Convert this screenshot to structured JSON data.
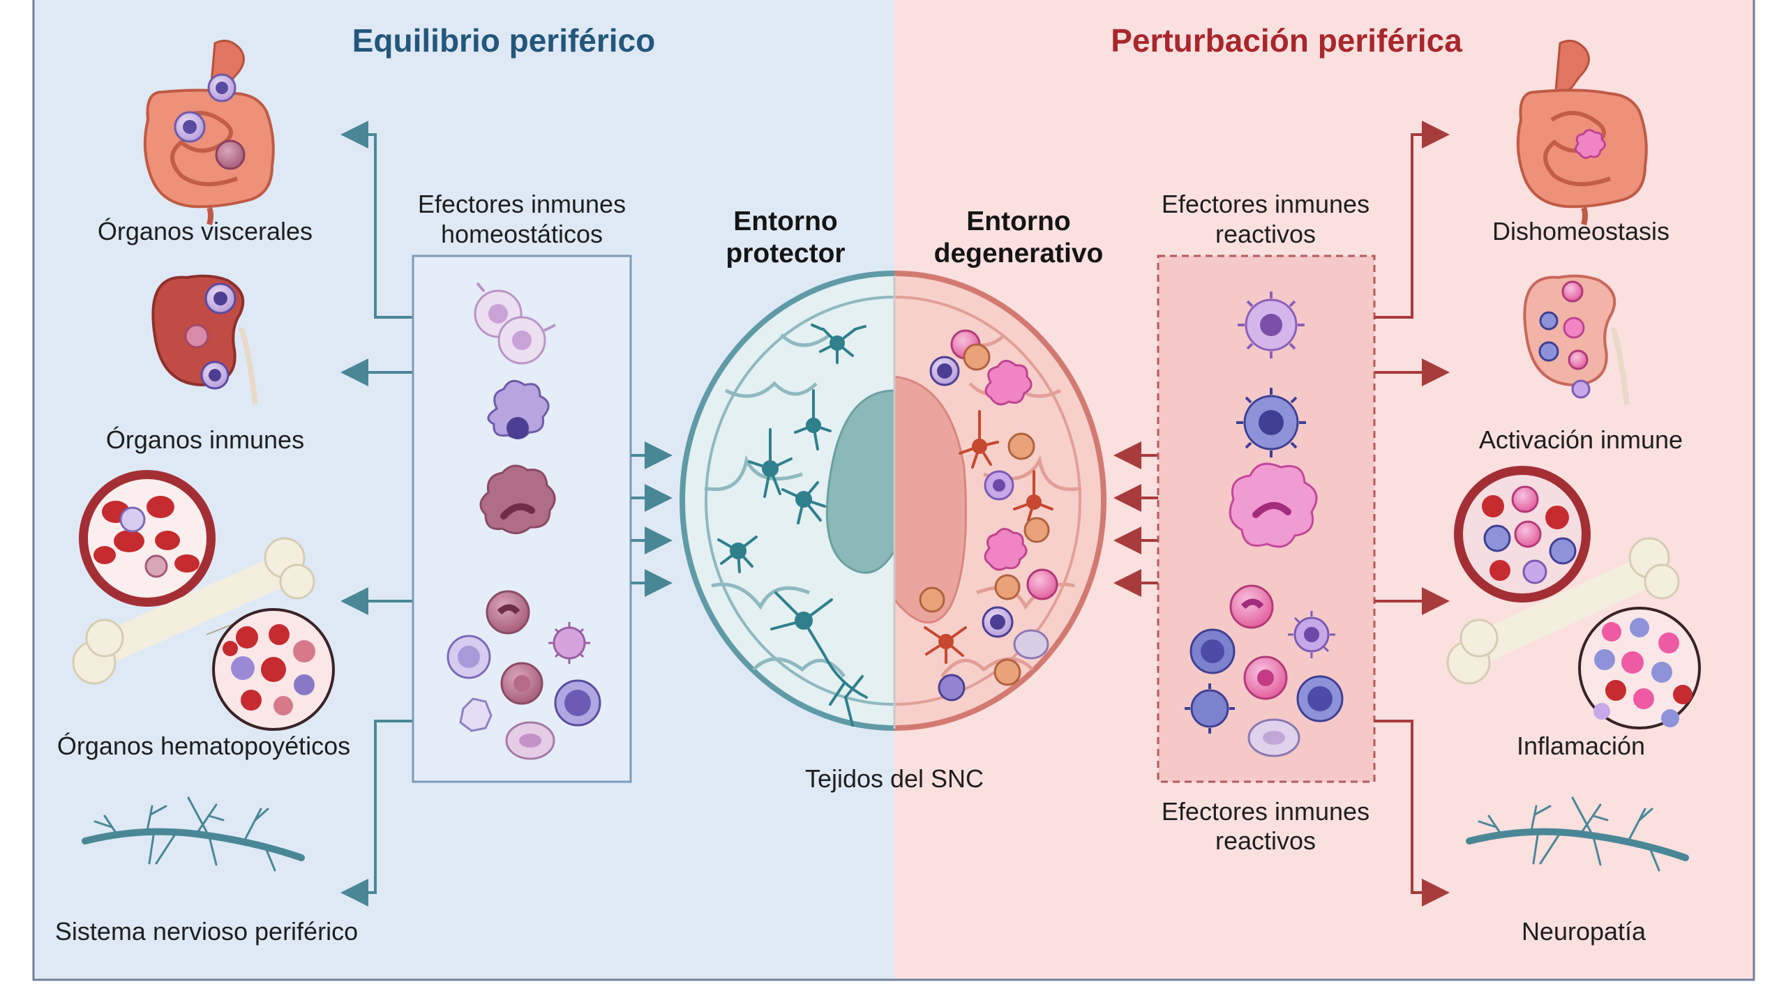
{
  "colors": {
    "left_bg": "#dfe9f6",
    "right_bg": "#fbe0e0",
    "left_accent": "#4a8796",
    "right_accent": "#a83b3b",
    "left_title": "#24567a",
    "right_title": "#a8272b"
  },
  "left": {
    "title": "Equilibrio periférico",
    "organs": {
      "visceral": "Órganos viscerales",
      "immune": "Órganos inmunes",
      "hematopoietic": "Órganos hematopoyéticos",
      "peripheral_nervous": "Sistema nervioso periférico"
    },
    "effectors": {
      "line1": "Efectores inmunes",
      "line2": "homeostáticos"
    },
    "environment": {
      "line1": "Entorno",
      "line2": "protector"
    }
  },
  "right": {
    "title": "Perturbación periférica",
    "outcomes": {
      "dyshomeostasis": "Dishomeostasis",
      "immune_activation": "Activación inmune",
      "inflammation": "Inflamación",
      "neuropathy": "Neuropatía"
    },
    "effectors_top": {
      "line1": "Efectores inmunes",
      "line2": "reactivos"
    },
    "effectors_bottom": {
      "line1": "Efectores inmunes",
      "line2": "reactivos"
    },
    "environment": {
      "line1": "Entorno",
      "line2": "degenerativo"
    }
  },
  "center": {
    "cns_label": "Tejidos del SNC"
  },
  "icons": [
    "intestine-icon",
    "kidney-icon",
    "blood-vessel-icon",
    "bone-icon",
    "bone-marrow-icon",
    "nerve-icon",
    "brain-icon",
    "neuron-icon",
    "immune-cell-icon",
    "arrow-icon"
  ]
}
